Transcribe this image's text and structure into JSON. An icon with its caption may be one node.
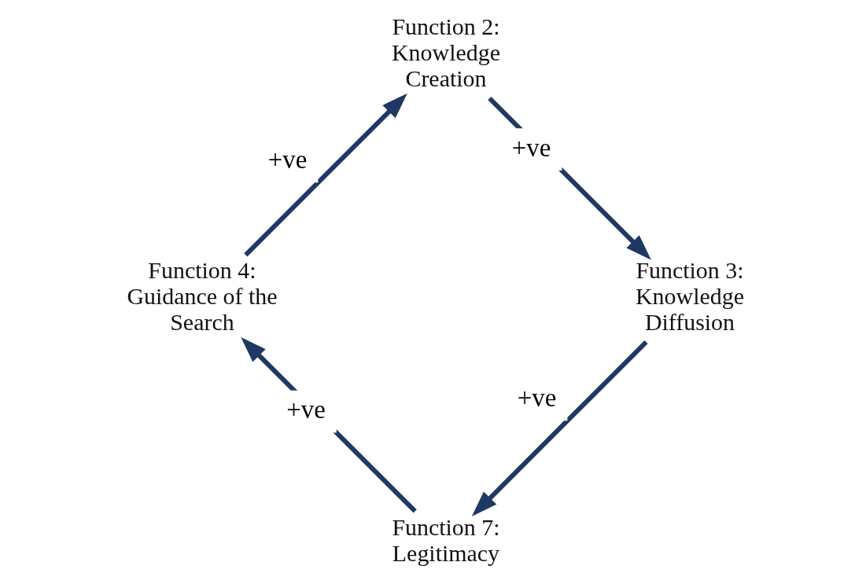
{
  "diagram": {
    "nodes": [
      {
        "text": [
          "Function 7: Legitimacy"
        ]
      },
      {
        "text": [
          "Function 4: Guidance of the Search"
        ]
      },
      {
        "text": [
          "Function 3: Knowledge Diffusion"
        ]
      },
      {
        "text": [
          "Function 2: Knowledge Creation"
        ]
      }
    ],
    "edges": [
      {
        "from": 0,
        "to": 1,
        "arrow": "to",
        "label": "+ve"
      },
      {
        "from": 1,
        "to": 3,
        "arrow": "to",
        "label": "+ve"
      },
      {
        "from": 3,
        "to": 2,
        "arrow": "to",
        "label": "+ve"
      },
      {
        "from": 2,
        "to": 0,
        "arrow": "to",
        "label": "+ve"
      }
    ]
  }
}
